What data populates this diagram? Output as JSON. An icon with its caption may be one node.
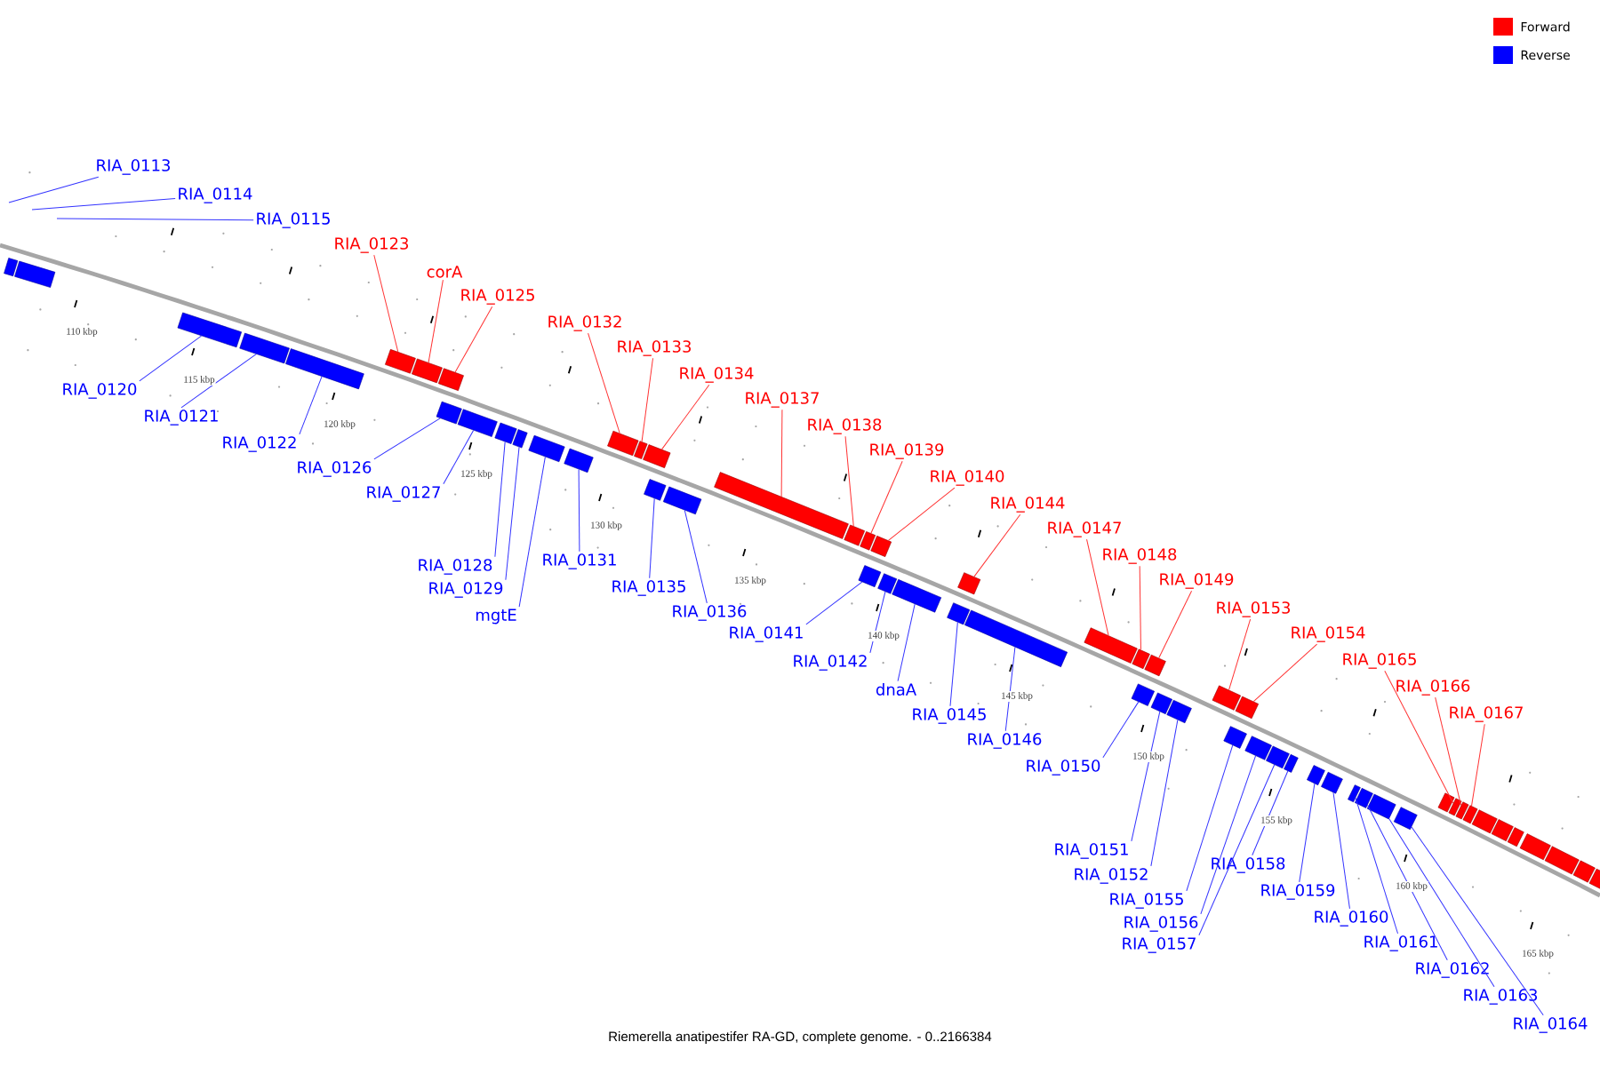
{
  "diagram": {
    "caption": "Riemerella anatipestifer RA-GD, complete genome. - 0..2166384",
    "nodes": [
      {
        "text": [
          "RIA_0113"
        ]
      },
      {
        "text": [
          "RIA_0114"
        ]
      },
      {
        "text": [
          "RIA_0115"
        ]
      },
      {
        "text": [
          "RIA_0123"
        ]
      },
      {
        "text": [
          "corA"
        ]
      },
      {
        "text": [
          "RIA_0125"
        ]
      },
      {
        "text": [
          "RIA_0132"
        ]
      },
      {
        "text": [
          "RIA_0133"
        ]
      },
      {
        "text": [
          "RIA_0134"
        ]
      },
      {
        "text": [
          "RIA_0120"
        ]
      },
      {
        "text": [
          "RIA_0137"
        ]
      },
      {
        "text": [
          "RIA_0121"
        ]
      },
      {
        "text": [
          "RIA_0138"
        ]
      },
      {
        "text": [
          "RIA_0122"
        ]
      },
      {
        "text": [
          "RIA_0139"
        ]
      },
      {
        "text": [
          "RIA_0126"
        ]
      },
      {
        "text": [
          "RIA_0140"
        ]
      },
      {
        "text": [
          "RIA_0127"
        ]
      },
      {
        "text": [
          "RIA_0144"
        ]
      },
      {
        "text": [
          "RIA_0147"
        ]
      },
      {
        "text": [
          "RIA_0148"
        ]
      },
      {
        "text": [
          "RIA_0131"
        ]
      },
      {
        "text": [
          "RIA_0128"
        ]
      },
      {
        "text": [
          "RIA_0149"
        ]
      },
      {
        "text": [
          "RIA_0135"
        ]
      },
      {
        "text": [
          "RIA_0129"
        ]
      },
      {
        "text": [
          "RIA_0153"
        ]
      },
      {
        "text": [
          "RIA_0136"
        ]
      },
      {
        "text": [
          "mgtE"
        ]
      },
      {
        "text": [
          "RIA_0154"
        ]
      },
      {
        "text": [
          "RIA_0141"
        ]
      },
      {
        "text": [
          "RIA_0165"
        ]
      },
      {
        "text": [
          "RIA_0142"
        ]
      },
      {
        "text": [
          "RIA_0166"
        ]
      },
      {
        "text": [
          "dnaA"
        ]
      },
      {
        "text": [
          "RIA_0167"
        ]
      },
      {
        "text": [
          "RIA_0145"
        ]
      },
      {
        "text": [
          "RIA_0146"
        ]
      },
      {
        "text": [
          "RIA_0150"
        ]
      },
      {
        "text": [
          "RIA_0151"
        ]
      },
      {
        "text": [
          "RIA_0158"
        ]
      },
      {
        "text": [
          "RIA_0152"
        ]
      },
      {
        "text": [
          "RIA_0159"
        ]
      },
      {
        "text": [
          "RIA_0155"
        ]
      },
      {
        "text": [
          "RIA_0160"
        ]
      },
      {
        "text": [
          "RIA_0156"
        ]
      },
      {
        "text": [
          "RIA_0161"
        ]
      },
      {
        "text": [
          "RIA_0157"
        ]
      },
      {
        "text": [
          "RIA_0162"
        ]
      },
      {
        "text": [
          "RIA_0163"
        ]
      },
      {
        "text": [
          "RIA_0164"
        ]
      },
      {
        "text": [],
        "shape": "box"
      },
      {
        "text": [],
        "shape": "box"
      },
      {
        "text": [],
        "shape": "box"
      },
      {
        "text": [],
        "shape": "box"
      },
      {
        "text": [],
        "shape": "box"
      },
      {
        "text": [],
        "shape": "box"
      },
      {
        "text": [],
        "shape": "box"
      },
      {
        "text": [],
        "shape": "box"
      },
      {
        "text": [],
        "shape": "box"
      },
      {
        "text": [],
        "shape": "box"
      },
      {
        "text": [],
        "shape": "box"
      },
      {
        "text": [],
        "shape": "box"
      },
      {
        "text": [],
        "shape": "box"
      },
      {
        "text": [],
        "shape": "box"
      },
      {
        "text": [],
        "shape": "box"
      },
      {
        "text": [],
        "shape": "box"
      },
      {
        "text": [],
        "shape": "box"
      },
      {
        "text": [],
        "shape": "box"
      },
      {
        "text": [],
        "shape": "box"
      },
      {
        "text": [],
        "shape": "box"
      },
      {
        "text": [],
        "shape": "box"
      },
      {
        "text": [],
        "shape": "box"
      },
      {
        "text": [],
        "shape": "box"
      },
      {
        "text": [],
        "shape": "box"
      },
      {
        "text": [],
        "shape": "box"
      },
      {
        "text": [],
        "shape": "box"
      },
      {
        "text": [],
        "shape": "box"
      },
      {
        "text": [],
        "shape": "box"
      },
      {
        "text": [],
        "shape": "box"
      },
      {
        "text": [],
        "shape": "box"
      },
      {
        "text": [],
        "shape": "box"
      },
      {
        "text": [],
        "shape": "box"
      },
      {
        "text": [],
        "shape": "box"
      },
      {
        "text": [],
        "shape": "box"
      },
      {
        "text": [],
        "shape": "box"
      },
      {
        "text": [],
        "shape": "box"
      },
      {
        "text": [],
        "shape": "box"
      },
      {
        "text": [],
        "shape": "box"
      },
      {
        "text": [],
        "shape": "box"
      },
      {
        "text": [],
        "shape": "box"
      },
      {
        "text": [],
        "shape": "box"
      },
      {
        "text": [],
        "shape": "box"
      },
      {
        "text": [],
        "shape": "box"
      },
      {
        "text": [],
        "shape": "box"
      },
      {
        "text": [],
        "shape": "box"
      },
      {
        "text": [],
        "shape": "box"
      },
      {
        "text": [],
        "shape": "box"
      },
      {
        "text": [],
        "shape": "box"
      },
      {
        "text": [],
        "shape": "box"
      },
      {
        "text": [],
        "shape": "box"
      },
      {
        "text": [],
        "shape": "box"
      },
      {
        "text": [],
        "shape": "box"
      },
      {
        "text": [],
        "shape": "box"
      },
      {
        "text": [],
        "shape": "box"
      },
      {
        "text": [],
        "shape": "box"
      },
      {
        "text": [],
        "shape": "box"
      },
      {
        "text": [],
        "shape": "box"
      },
      {
        "text": [],
        "shape": "box"
      }
    ],
    "edges": [
      {
        "from": 0,
        "to": null,
        "arrow": "none"
      },
      {
        "from": 1,
        "to": null,
        "arrow": "none"
      },
      {
        "from": 2,
        "to": null,
        "arrow": "none"
      },
      {
        "from": 3,
        "to": 56,
        "arrow": "none",
        "color": "#ff3333"
      },
      {
        "from": 4,
        "to": 57,
        "arrow": "none",
        "color": "#ff3333"
      },
      {
        "from": 5,
        "to": 58,
        "arrow": "none",
        "color": "#ff3333"
      },
      {
        "from": 6,
        "to": 65,
        "arrow": "none",
        "color": "#ff3333"
      },
      {
        "from": 7,
        "to": 66,
        "arrow": "none",
        "color": "#ff3333"
      },
      {
        "from": 8,
        "to": 67,
        "arrow": "none",
        "color": "#ff3333"
      },
      {
        "from": 9,
        "to": 53,
        "arrow": "none"
      },
      {
        "from": 10,
        "to": 70,
        "arrow": "none",
        "color": "#ff3333"
      },
      {
        "from": 11,
        "to": 54,
        "arrow": "none"
      },
      {
        "from": 12,
        "to": 71,
        "arrow": "none",
        "color": "#ff3333"
      },
      {
        "from": 13,
        "to": 55,
        "arrow": "none"
      },
      {
        "from": 14,
        "to": 72,
        "arrow": "none",
        "color": "#ff3333"
      },
      {
        "from": 15,
        "to": 59,
        "arrow": "none"
      },
      {
        "from": 16,
        "to": 73,
        "arrow": "none",
        "color": "#ff3333"
      },
      {
        "from": 17,
        "to": 60,
        "arrow": "none"
      },
      {
        "from": 18,
        "to": 77,
        "arrow": "none",
        "color": "#ff3333"
      },
      {
        "from": 19,
        "to": 80,
        "arrow": "none",
        "color": "#ff3333"
      },
      {
        "from": 20,
        "to": 81,
        "arrow": "none",
        "color": "#ff3333"
      },
      {
        "from": 21,
        "to": 64,
        "arrow": "none"
      },
      {
        "from": 22,
        "to": 61,
        "arrow": "none"
      },
      {
        "from": 23,
        "to": 82,
        "arrow": "none",
        "color": "#ff3333"
      },
      {
        "from": 24,
        "to": 68,
        "arrow": "none"
      },
      {
        "from": 25,
        "to": 62,
        "arrow": "none"
      },
      {
        "from": 26,
        "to": 86,
        "arrow": "none",
        "color": "#ff3333"
      },
      {
        "from": 27,
        "to": 69,
        "arrow": "none"
      },
      {
        "from": 28,
        "to": 63,
        "arrow": "none"
      },
      {
        "from": 29,
        "to": 87,
        "arrow": "none",
        "color": "#ff3333"
      },
      {
        "from": 30,
        "to": 74,
        "arrow": "none"
      },
      {
        "from": 31,
        "to": 99,
        "arrow": "none",
        "color": "#ff3333"
      },
      {
        "from": 32,
        "to": 75,
        "arrow": "none"
      },
      {
        "from": 33,
        "to": 100,
        "arrow": "none",
        "color": "#ff3333"
      },
      {
        "from": 34,
        "to": 76,
        "arrow": "none"
      },
      {
        "from": 35,
        "to": 101,
        "arrow": "none",
        "color": "#ff3333"
      },
      {
        "from": 36,
        "to": 78,
        "arrow": "none"
      },
      {
        "from": 37,
        "to": 79,
        "arrow": "none"
      },
      {
        "from": 38,
        "to": 83,
        "arrow": "none"
      },
      {
        "from": 39,
        "to": 84,
        "arrow": "none"
      },
      {
        "from": 40,
        "to": 91,
        "arrow": "none"
      },
      {
        "from": 41,
        "to": 85,
        "arrow": "none"
      },
      {
        "from": 42,
        "to": 92,
        "arrow": "none"
      },
      {
        "from": 43,
        "to": 88,
        "arrow": "none"
      },
      {
        "from": 44,
        "to": 93,
        "arrow": "none"
      },
      {
        "from": 45,
        "to": 89,
        "arrow": "none"
      },
      {
        "from": 46,
        "to": 94,
        "arrow": "none"
      },
      {
        "from": 47,
        "to": 90,
        "arrow": "none"
      },
      {
        "from": 48,
        "to": 95,
        "arrow": "none"
      },
      {
        "from": 49,
        "to": 96,
        "arrow": "none"
      },
      {
        "from": 50,
        "to": 97,
        "arrow": "none"
      }
    ],
    "labels": [
      "110 kbp",
      "115 kbp",
      "120 kbp",
      "125 kbp",
      "130 kbp",
      "135 kbp",
      "140 kbp",
      "145 kbp",
      "150 kbp",
      "155 kbp",
      "160 kbp",
      "165 kbp"
    ],
    "legend": [
      {
        "text": "Forward",
        "color": "#ff0000"
      },
      {
        "text": "Reverse",
        "color": "#0000ff"
      }
    ]
  }
}
